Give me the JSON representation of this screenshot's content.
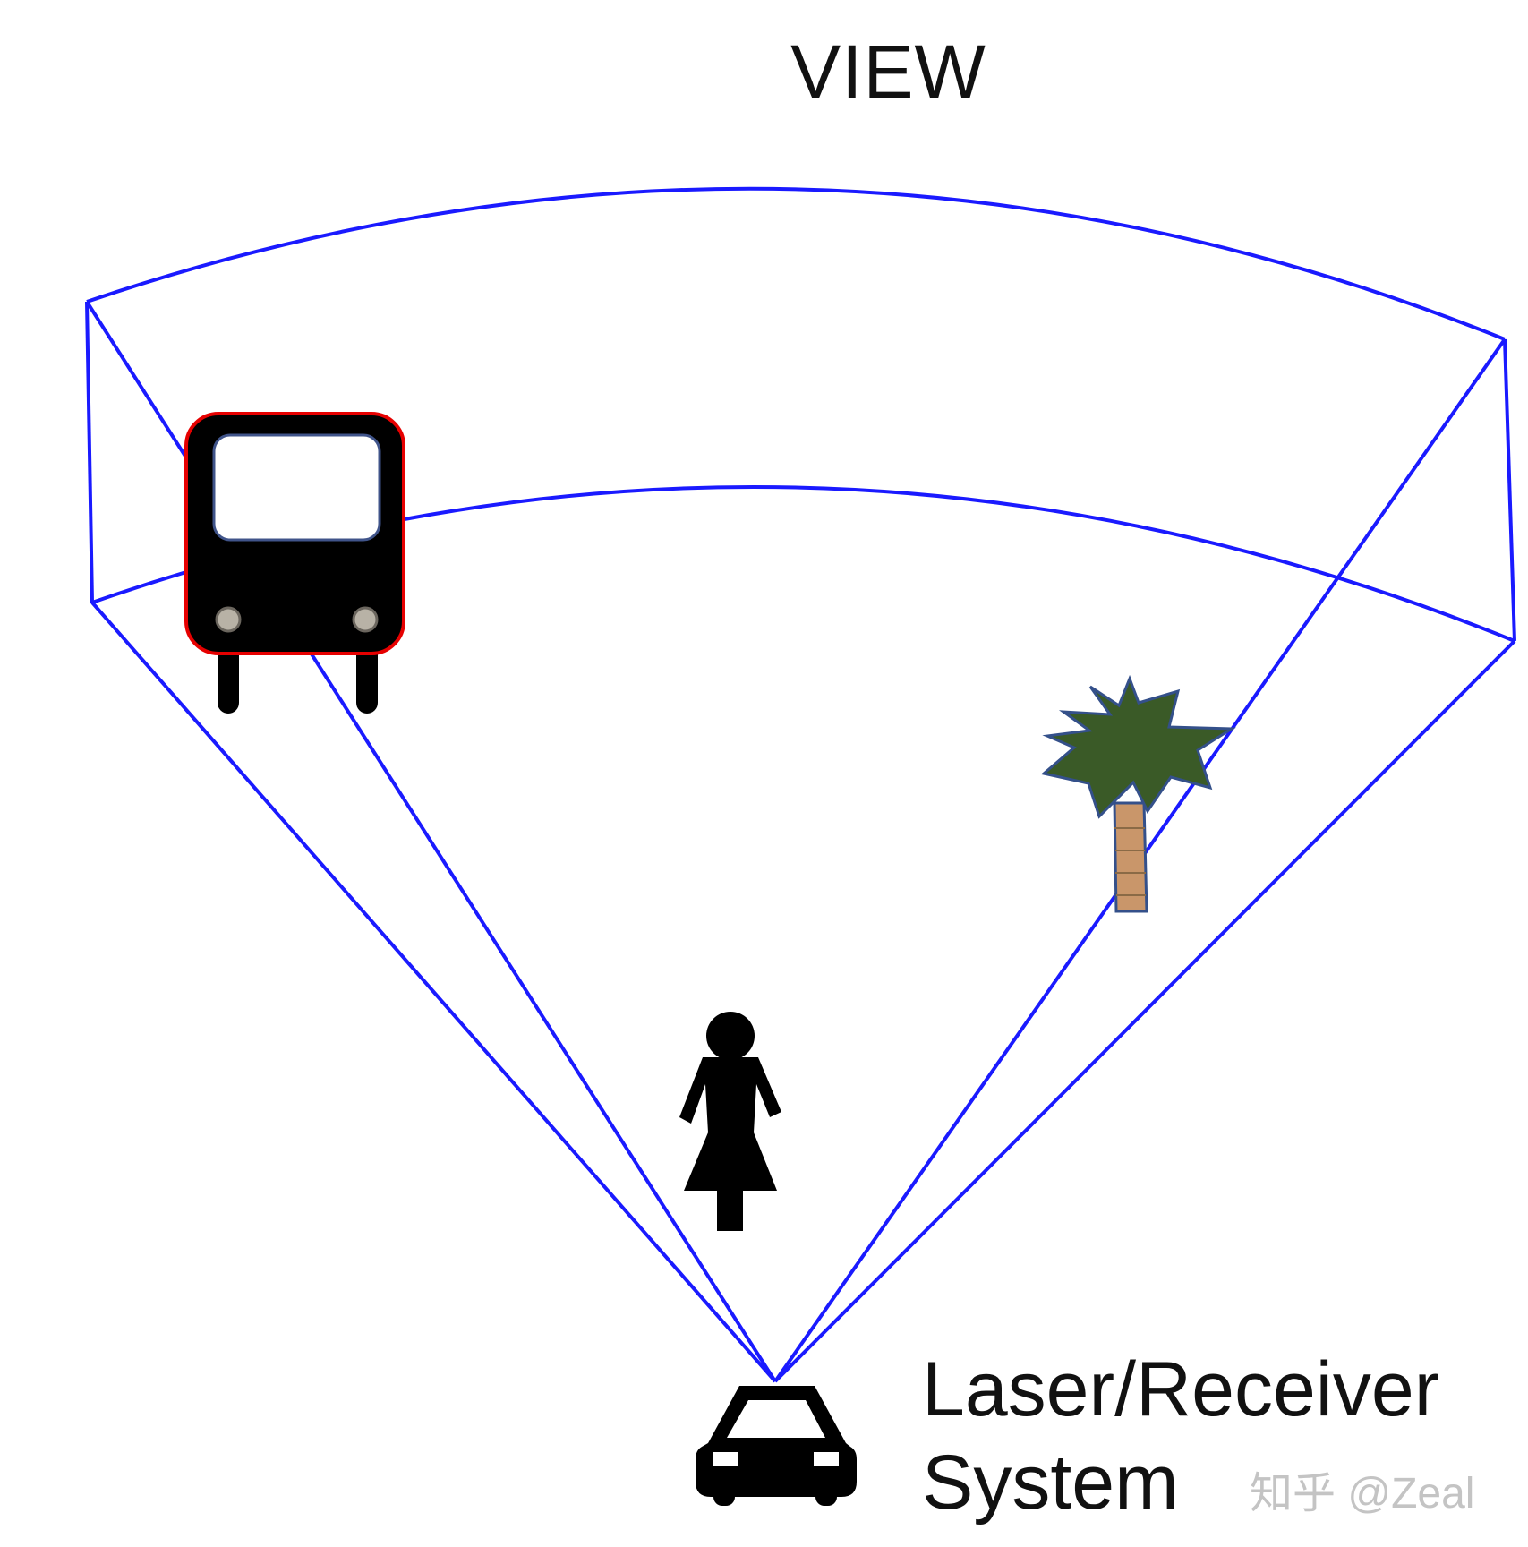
{
  "diagram": {
    "title": "VIEW",
    "label_line1": "Laser/Receiver",
    "label_line2": "System",
    "watermark": "知乎 @Zeal"
  },
  "colors": {
    "beam": "#1a1aff",
    "bus_outline": "#e60000",
    "bus_window_border": "#40548a",
    "tree_canopy": "#3a5a27",
    "tree_canopy_edge": "#34508a",
    "tree_trunk": "#c9966a",
    "figures": "#000000"
  },
  "icons": [
    "bus-icon",
    "palm-tree-icon",
    "pedestrian-icon",
    "car-icon"
  ]
}
